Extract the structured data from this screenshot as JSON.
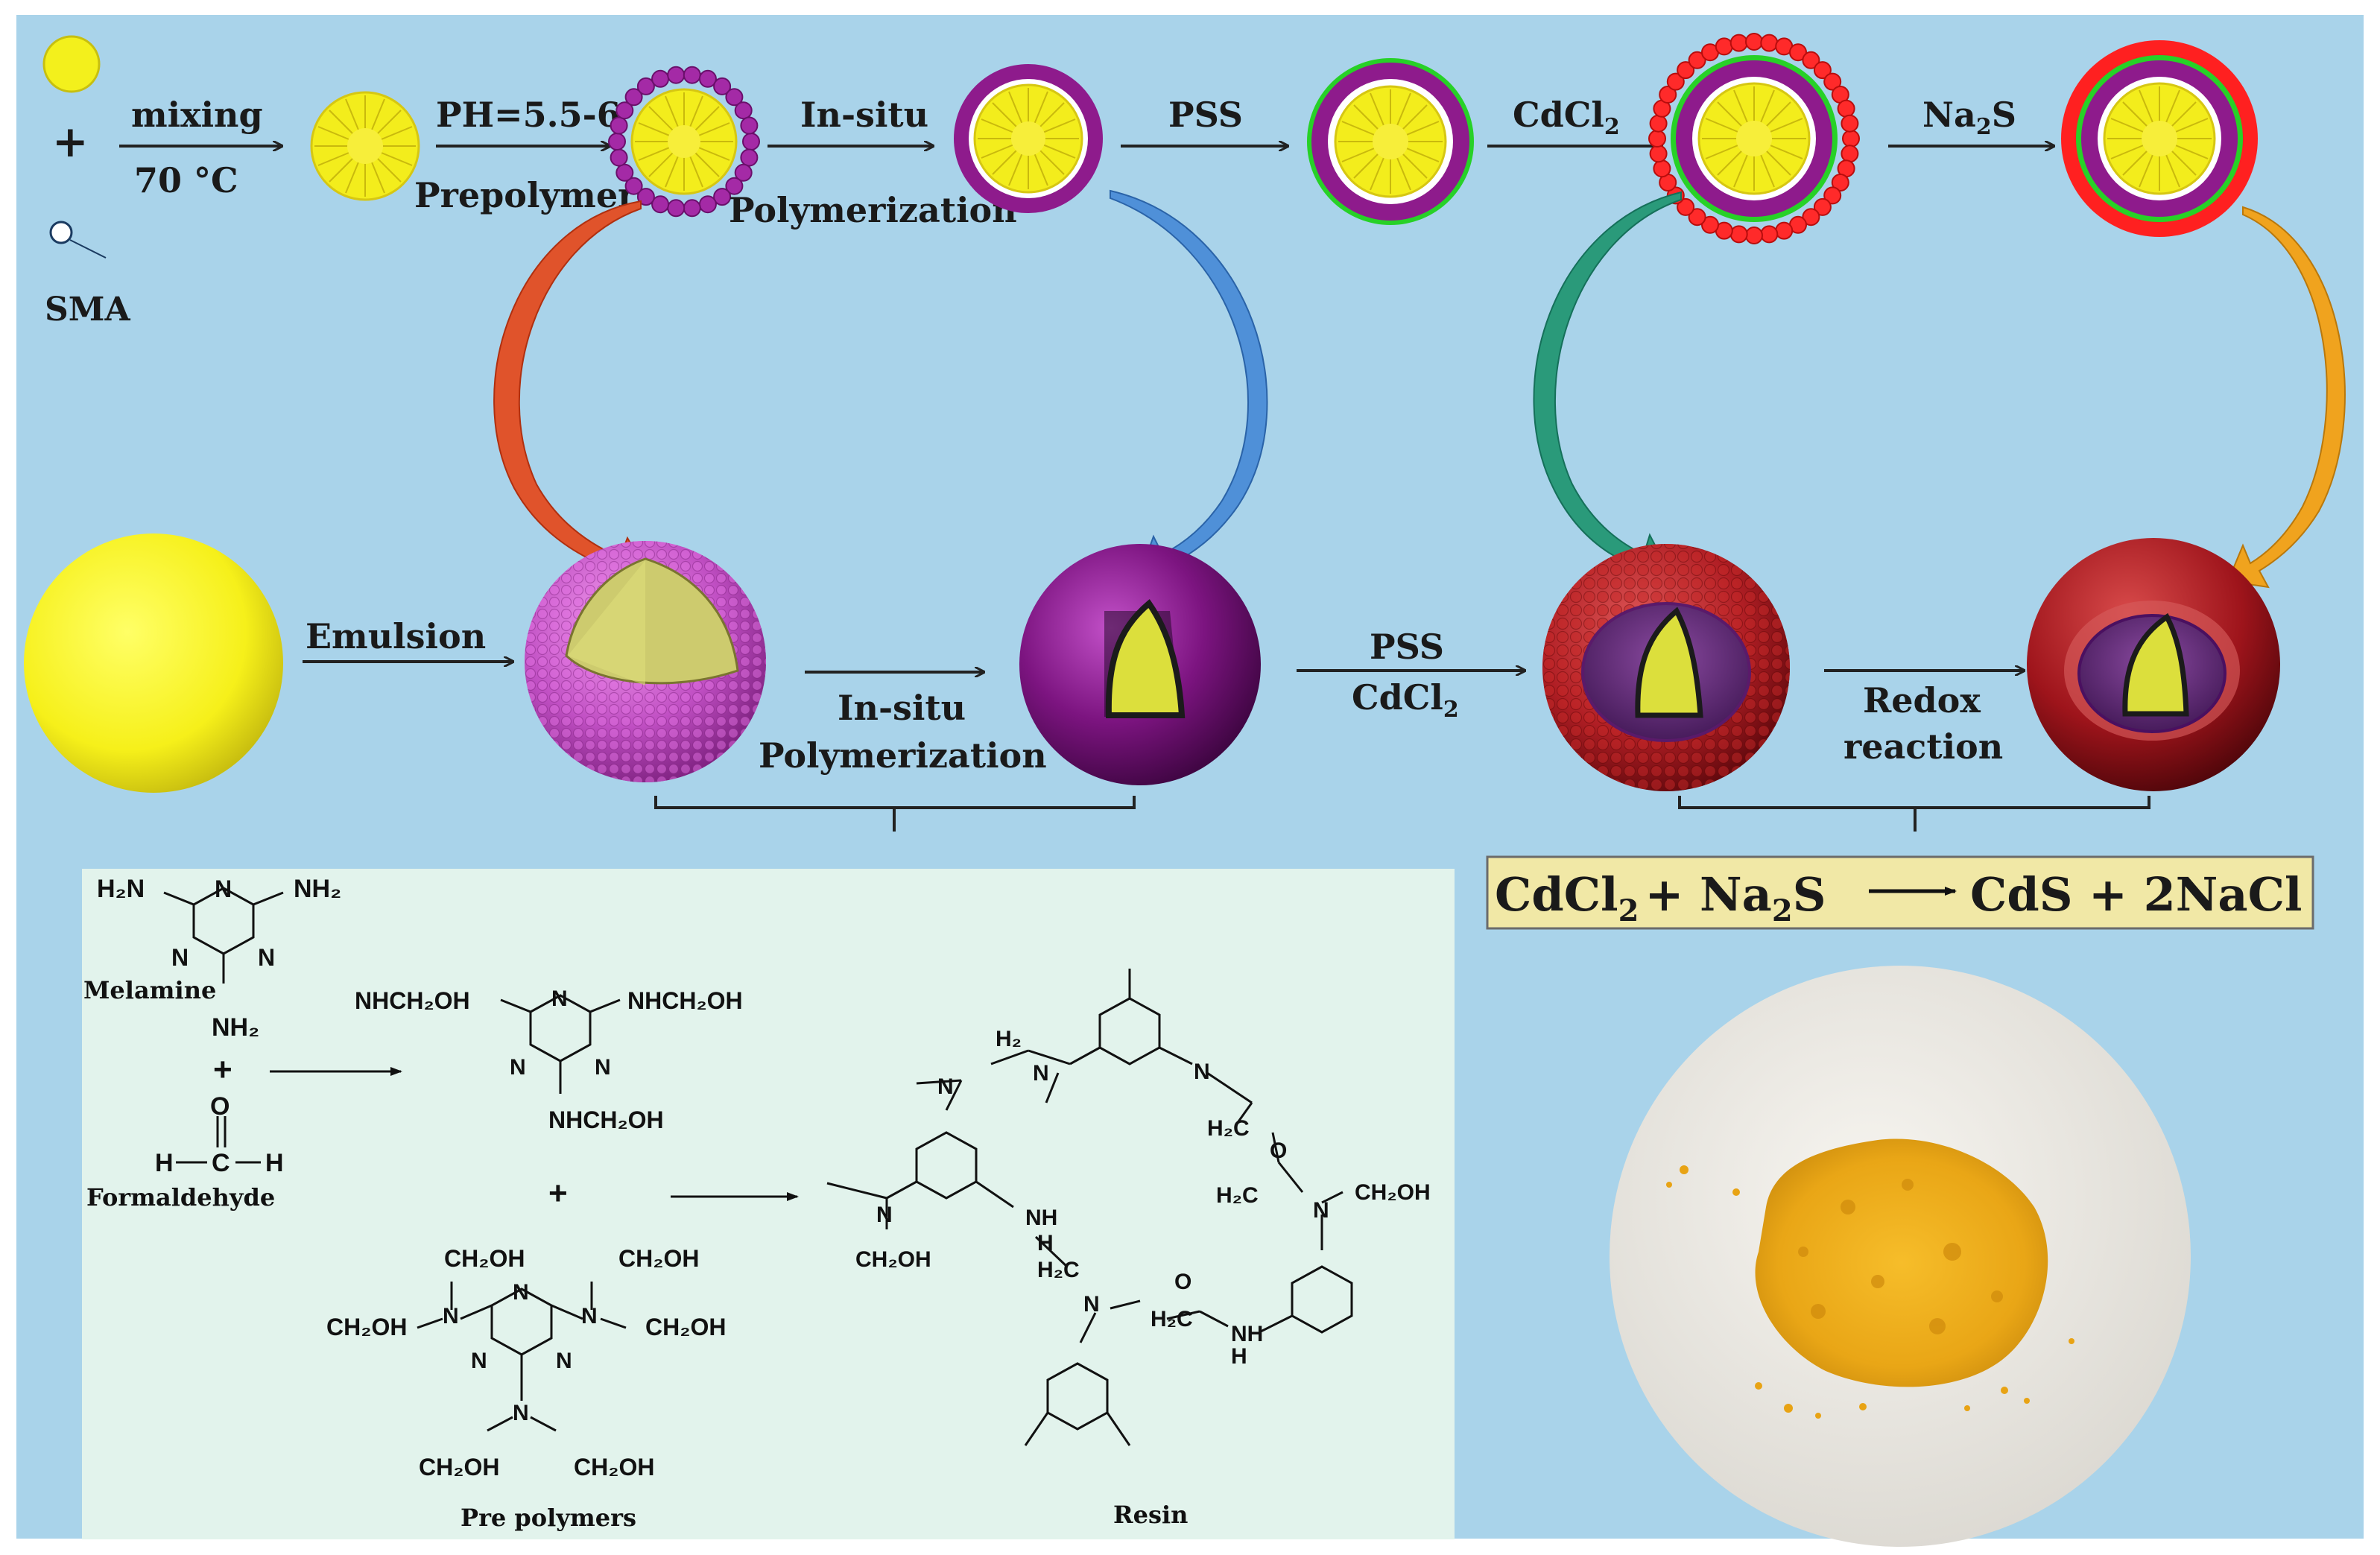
{
  "top": {
    "mixing": "mixing",
    "temp": "70 °C",
    "sma": "SMA",
    "plus": "+",
    "ph": "PH=5.5-6",
    "prepolymer": "Prepolymer",
    "insitu": "In-situ",
    "polymerization": "Polymerization",
    "pss": "PSS",
    "cdcl2": "CdCl",
    "cdcl2_sub": "2",
    "na2s_a": "Na",
    "na2s_sub": "2",
    "na2s_b": "S"
  },
  "middle": {
    "emulsion": "Emulsion",
    "insitu": "In-situ",
    "polymerization": "Polymerization",
    "pss": "PSS",
    "cdcl2": "CdCl",
    "cdcl2_sub": "2",
    "redox1": "Redox",
    "redox2": "reaction"
  },
  "equation": {
    "a": "CdCl",
    "a_sub": "2",
    "plus": "+ Na",
    "b_sub": "2",
    "b": "S",
    "products": "CdS + 2NaCl"
  },
  "chem": {
    "melamine": "Melamine",
    "formaldehyde": "Formaldehyde",
    "prepolymers": "Pre polymers",
    "resin": "Resin",
    "h2n": "H₂N",
    "nh2": "NH₂",
    "n": "N",
    "o": "O",
    "h": "H",
    "c": "C",
    "plus": "+",
    "nhch2oh": "NHCH₂OH",
    "ch2oh": "CH₂OH",
    "h2": "H₂",
    "h2c": "H₂C",
    "nh": "NH",
    "h_letter": "H"
  },
  "colors": {
    "background": "#a9d3ea",
    "panel": "#e2f3ec",
    "core": "#ffff33",
    "shell_purple": "#8e1b8c",
    "cds_red": "#e81c1c",
    "pss_green": "#27d127"
  }
}
